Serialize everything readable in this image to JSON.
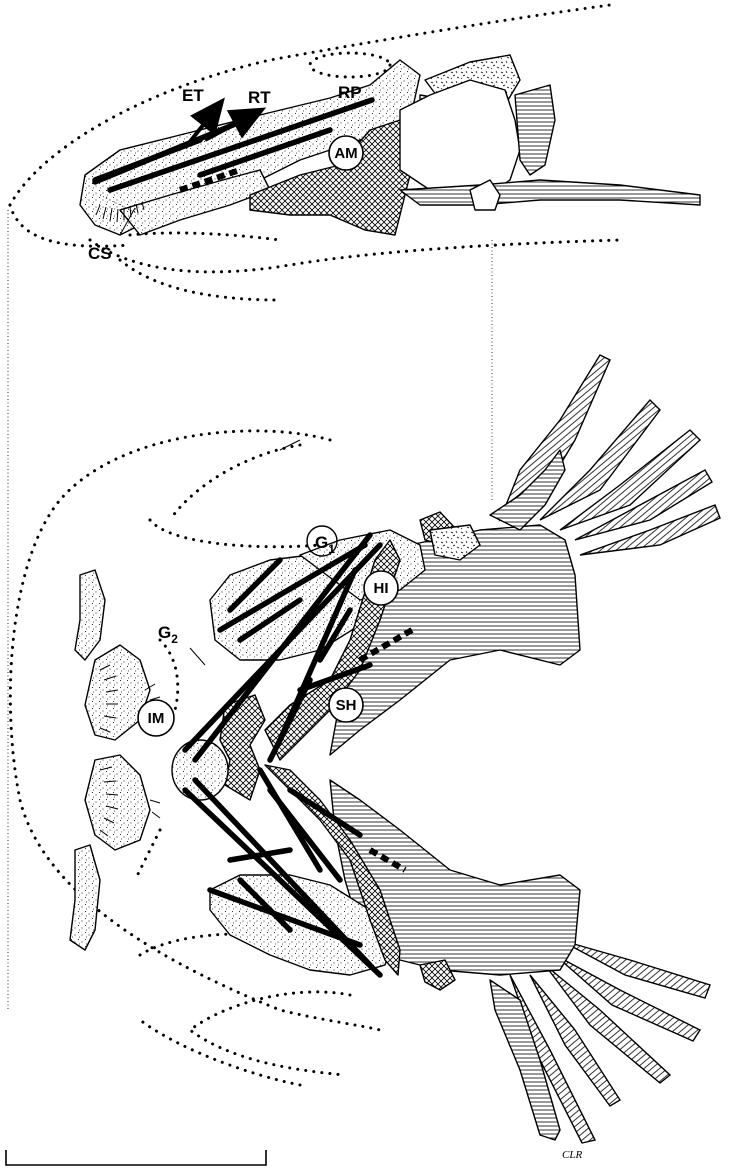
{
  "labels": {
    "et": "ET",
    "rt": "RT",
    "rp": "RP",
    "am": "AM",
    "cs": "CS",
    "g1_base": "G",
    "g1_sub": "1",
    "g2_base": "G",
    "g2_sub": "2",
    "hi": "HI",
    "im": "IM",
    "sh": "SH"
  },
  "signature": "CLR"
}
